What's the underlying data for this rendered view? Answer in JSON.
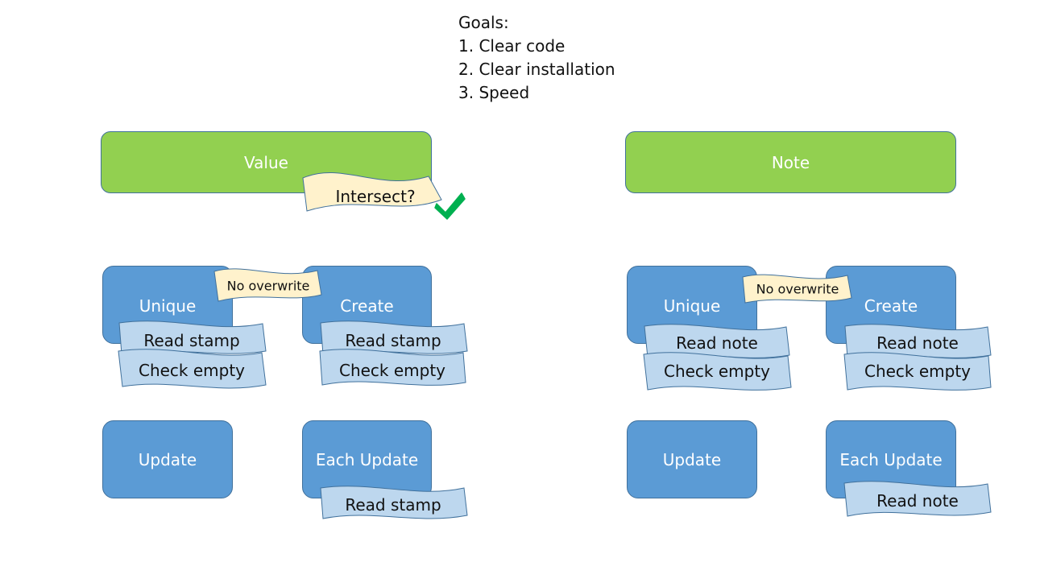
{
  "goals": {
    "heading": "Goals:",
    "items": [
      "1. Clear code",
      "2. Clear installation",
      "3. Speed"
    ]
  },
  "left": {
    "header": "Value",
    "intersect_note": "Intersect?",
    "unique": {
      "label": "Unique",
      "tags": [
        "Read stamp",
        "Check empty"
      ]
    },
    "no_overwrite": "No overwrite",
    "create": {
      "label": "Create",
      "tags": [
        "Read stamp",
        "Check empty"
      ]
    },
    "update": {
      "label": "Update"
    },
    "each_update": {
      "label": "Each Update",
      "tags": [
        "Read stamp"
      ]
    }
  },
  "right": {
    "header": "Note",
    "unique": {
      "label": "Unique",
      "tags": [
        "Read note",
        "Check empty"
      ]
    },
    "no_overwrite": "No overwrite",
    "create": {
      "label": "Create",
      "tags": [
        "Read note",
        "Check empty"
      ]
    },
    "update": {
      "label": "Update"
    },
    "each_update": {
      "label": "Each Update",
      "tags": [
        "Read note"
      ]
    }
  },
  "colors": {
    "header_fill": "#92d050",
    "box_fill": "#5b9bd5",
    "box_border": "#41719c",
    "tag_fill": "#bdd7ee",
    "note_fill": "#fff2cc",
    "check": "#00b050"
  },
  "icons": {
    "confirm": "checkmark-icon"
  }
}
